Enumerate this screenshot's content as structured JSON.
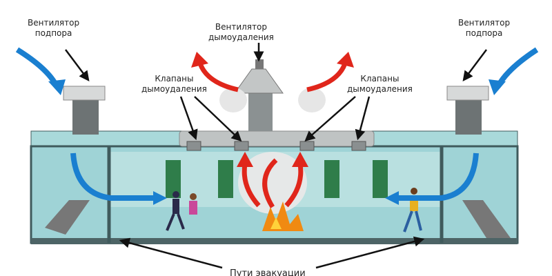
{
  "labels": {
    "supply_fan_left": [
      "Вентилятор",
      "подпора"
    ],
    "supply_fan_right": [
      "Вентилятор",
      "подпора"
    ],
    "smoke_fan": [
      "Вентилятор",
      "дымоудаления"
    ],
    "smoke_valves_left": [
      "Клапаны",
      "дымоудаления"
    ],
    "smoke_valves_right": [
      "Клапаны",
      "дымоудаления"
    ],
    "evacuation_routes": "Пути эвакуации"
  },
  "colors": {
    "supply_air": "#1a7fd0",
    "smoke": "#e0261b",
    "room": "#9fd3d6",
    "frame": "#3f5a5c"
  }
}
